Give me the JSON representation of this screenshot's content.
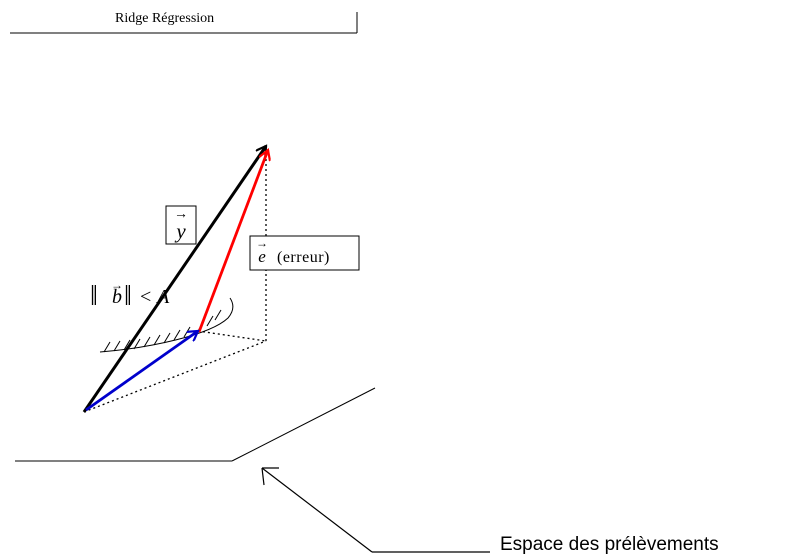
{
  "title": "Ridge Régression",
  "space_label": "Espace des prélèvements",
  "vector_y": {
    "symbol": "y",
    "arrow": "→",
    "color": "#000000"
  },
  "vector_e": {
    "symbol": "e",
    "arrow": "→",
    "text": "(erreur)",
    "color": "#ff0000"
  },
  "vector_b": {
    "color": "#0000cc"
  },
  "constraint": {
    "norm_left": "‖",
    "symbol": "b",
    "arrow": "→",
    "norm_right": "‖",
    "relation": "<",
    "bound": "A"
  }
}
